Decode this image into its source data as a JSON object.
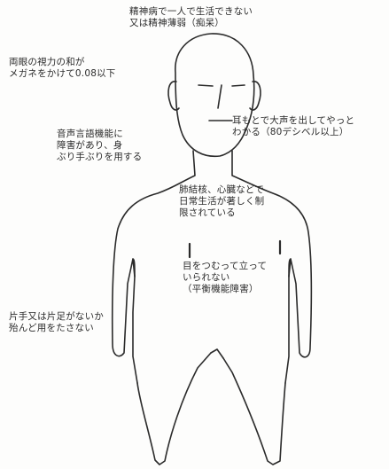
{
  "colors": {
    "ink": "#2b2b2b",
    "paper": "#fdfdfc"
  },
  "labels": {
    "mental": {
      "line1": "精神病で一人で生活できない",
      "line2": "又は精神薄弱（痴呆）"
    },
    "vision": {
      "line1": "両眼の視力の和が",
      "line2": "メガネをかけて0.08以下"
    },
    "hearing": {
      "line1": "耳もとで大声を出してやっと",
      "line2": "わかる（80デシベル以上）"
    },
    "speech": {
      "line1": "音声言語機能に",
      "line2": "障害があり、身",
      "line3": "ぶり手ぶりを用する"
    },
    "internal": {
      "line1": "肺結核、心臓などで",
      "line2": "日常生活が著しく制",
      "line3": "限されている"
    },
    "balance": {
      "line1": "目をつむって立って",
      "line2": "いられない",
      "line3": "（平衡機能障害）"
    },
    "limb": {
      "line1": "片手又は片足がないか",
      "line2": "殆んど用をたさない"
    }
  }
}
